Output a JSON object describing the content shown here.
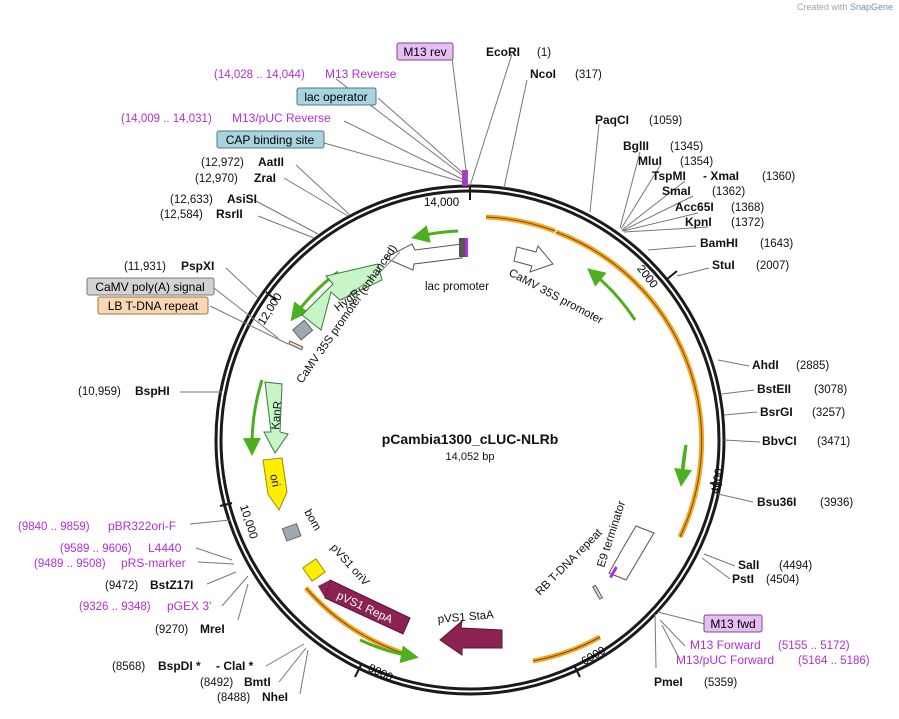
{
  "credit": {
    "prefix": "Created with",
    "brand": "SnapGene"
  },
  "plasmid": {
    "name": "pCambia1300_cLUC-NLRb",
    "size_label": "14,052 bp",
    "length": 14052
  },
  "ticks": [
    "2000",
    "4000",
    "6000",
    "8000",
    "10,000",
    "12,000",
    "14,000"
  ],
  "sites_right": [
    {
      "name": "EcoRI",
      "pos": "(1)"
    },
    {
      "name": "NcoI",
      "pos": "(317)"
    },
    {
      "name": "PaqCI",
      "pos": "(1059)"
    },
    {
      "name": "BglII",
      "pos": "(1345)"
    },
    {
      "name": "MluI",
      "pos": "(1354)"
    },
    {
      "name": "TspMI",
      "extra": "- XmaI",
      "pos": "(1360)"
    },
    {
      "name": "SmaI",
      "pos": "(1362)"
    },
    {
      "name": "Acc65I",
      "pos": "(1368)"
    },
    {
      "name": "KpnI",
      "pos": "(1372)"
    },
    {
      "name": "BamHI",
      "pos": "(1643)"
    },
    {
      "name": "StuI",
      "pos": "(2007)"
    },
    {
      "name": "AhdI",
      "pos": "(2885)"
    },
    {
      "name": "BstEII",
      "pos": "(3078)"
    },
    {
      "name": "BsrGI",
      "pos": "(3257)"
    },
    {
      "name": "BbvCI",
      "pos": "(3471)"
    },
    {
      "name": "Bsu36I",
      "pos": "(3936)"
    },
    {
      "name": "SalI",
      "pos": "(4494)"
    },
    {
      "name": "PstI",
      "pos": "(4504)"
    },
    {
      "name": "PmeI",
      "pos": "(5359)"
    }
  ],
  "sites_left": [
    {
      "name": "AatII",
      "pos": "(12,972)"
    },
    {
      "name": "ZraI",
      "pos": "(12,970)"
    },
    {
      "name": "AsiSI",
      "pos": "(12,633)"
    },
    {
      "name": "RsrII",
      "pos": "(12,584)"
    },
    {
      "name": "PspXI",
      "pos": "(11,931)"
    },
    {
      "name": "BspHI",
      "pos": "(10,959)"
    },
    {
      "name": "BstZ17I",
      "pos": "(9472)"
    },
    {
      "name": "MreI",
      "pos": "(9270)"
    },
    {
      "name": "BspDI *",
      "extra": "- ClaI *",
      "pos": "(8568)"
    },
    {
      "name": "BmtI",
      "pos": "(8492)"
    },
    {
      "name": "NheI",
      "pos": "(8488)"
    }
  ],
  "primers": [
    {
      "name": "M13 Reverse",
      "pos": "(14,028 .. 14,044)"
    },
    {
      "name": "M13/pUC Reverse",
      "pos": "(14,009 .. 14,031)"
    },
    {
      "name": "pBR322ori-F",
      "pos": "(9840 .. 9859)"
    },
    {
      "name": "L4440",
      "pos": "(9589 .. 9606)"
    },
    {
      "name": "pRS-marker",
      "pos": "(9489 .. 9508)"
    },
    {
      "name": "pGEX 3'",
      "pos": "(9326 .. 9348)"
    },
    {
      "name": "M13 Forward",
      "pos": "(5155 .. 5172)"
    },
    {
      "name": "M13/pUC Forward",
      "pos": "(5164 .. 5186)"
    }
  ],
  "boxes": {
    "m13_rev": "M13 rev",
    "lac_operator": "lac operator",
    "cap_site": "CAP binding site",
    "polya": "CaMV poly(A) signal",
    "lb": "LB T-DNA repeat",
    "m13_fwd": "M13 fwd"
  },
  "features": {
    "lac_promoter": "lac promoter",
    "camv35s": "CaMV 35S promoter",
    "camv35s_enh": "CaMV 35S promoter (enhanced)",
    "hygr": "HygR",
    "kanr": "KanR",
    "ori": "ori",
    "bom": "bom",
    "pvs1_oriv": "pVS1 oriV",
    "pvs1_repa": "pVS1 RepA",
    "pvs1_staa": "pVS1 StaA",
    "rb": "RB T-DNA repeat",
    "e9": "E9 terminator"
  },
  "colors": {
    "backbone": "#1a1a1a",
    "cds_orange": "#f5a623",
    "arrow_green": "#4caf1e",
    "hygr_fill": "#c8f5c8",
    "ori_fill": "#ffee00",
    "repa_fill": "#8b2252",
    "primer_purple": "#b12fd6",
    "misc_gray": "#a0a8b0",
    "box_blue": "#a9d3de",
    "box_lavender": "#e7bdf5",
    "box_peach": "#f8d7b4",
    "box_gray": "#d3d3d3"
  }
}
